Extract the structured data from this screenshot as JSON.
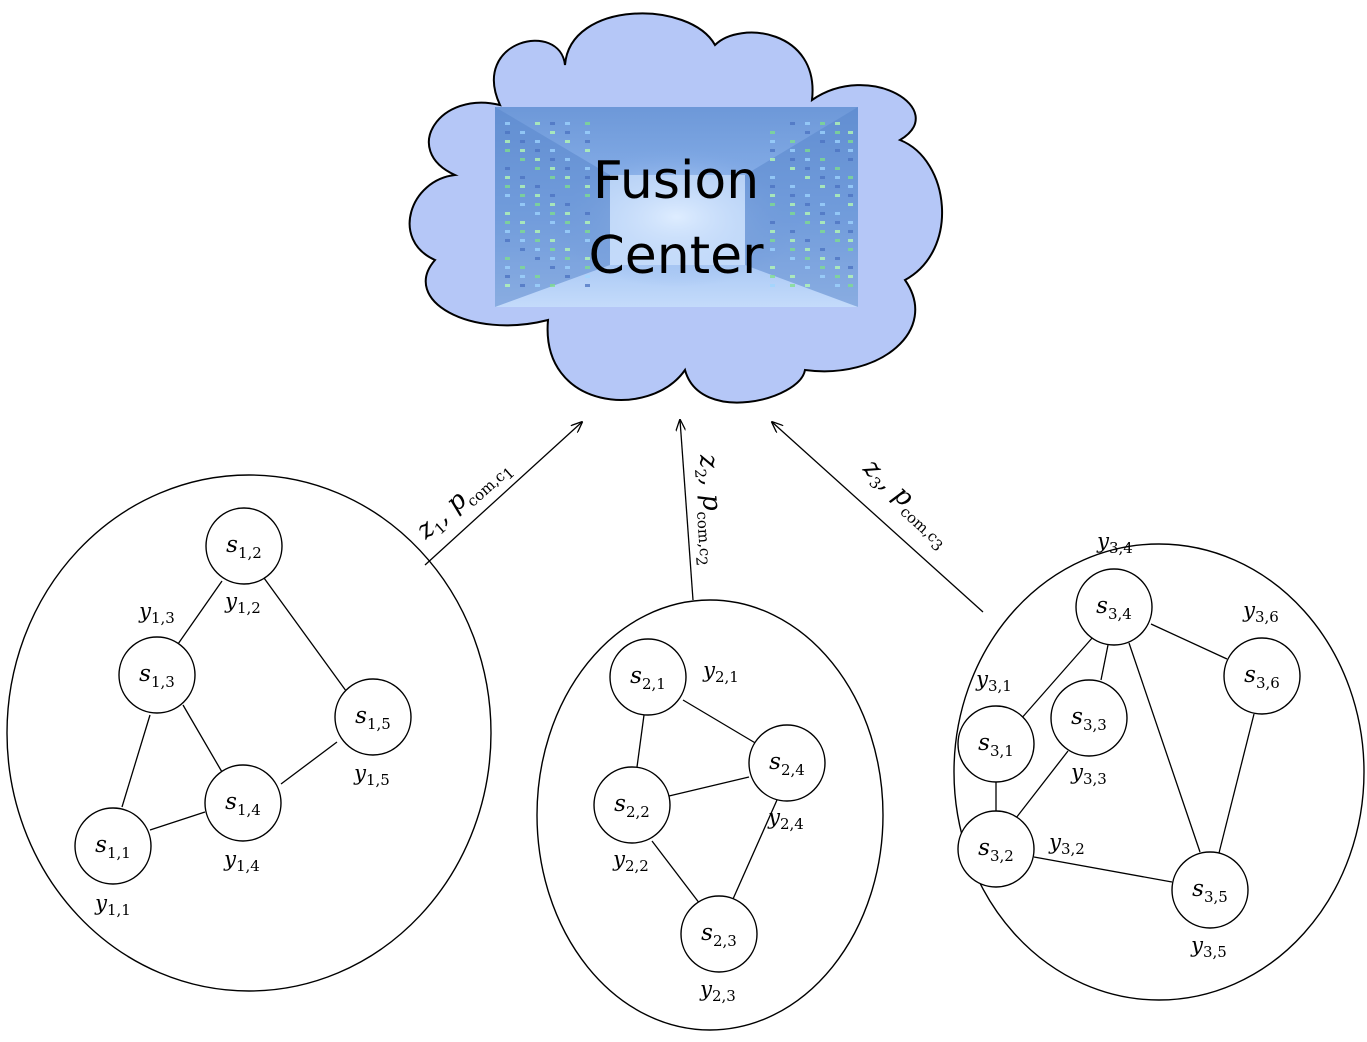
{
  "fusion_center": {
    "title_line1": "Fusion",
    "title_line2": "Center",
    "cloud_color": "#b5c7f7",
    "image_tint": "#5a8fe0"
  },
  "arrow_labels": [
    {
      "id": "c1",
      "var": "z",
      "var_sub": "1",
      "p": "p",
      "p_sub": "com,c",
      "p_subsub": "1"
    },
    {
      "id": "c2",
      "var": "z",
      "var_sub": "2",
      "p": "p",
      "p_sub": "com,c",
      "p_subsub": "2"
    },
    {
      "id": "c3",
      "var": "z",
      "var_sub": "3",
      "p": "p",
      "p_sub": "com,c",
      "p_subsub": "3"
    }
  ],
  "clusters": [
    {
      "id": "cluster-1",
      "nodes": [
        {
          "id": "1-2",
          "main": "s",
          "sub": "1,2"
        },
        {
          "id": "1-3",
          "main": "s",
          "sub": "1,3"
        },
        {
          "id": "1-5",
          "main": "s",
          "sub": "1,5"
        },
        {
          "id": "1-4",
          "main": "s",
          "sub": "1,4"
        },
        {
          "id": "1-1",
          "main": "s",
          "sub": "1,1"
        }
      ],
      "observations": [
        {
          "id": "1-3",
          "main": "y",
          "sub": "1,3"
        },
        {
          "id": "1-2",
          "main": "y",
          "sub": "1,2"
        },
        {
          "id": "1-5",
          "main": "y",
          "sub": "1,5"
        },
        {
          "id": "1-4",
          "main": "y",
          "sub": "1,4"
        },
        {
          "id": "1-1",
          "main": "y",
          "sub": "1,1"
        }
      ]
    },
    {
      "id": "cluster-2",
      "nodes": [
        {
          "id": "2-1",
          "main": "s",
          "sub": "2,1"
        },
        {
          "id": "2-4",
          "main": "s",
          "sub": "2,4"
        },
        {
          "id": "2-2",
          "main": "s",
          "sub": "2,2"
        },
        {
          "id": "2-3",
          "main": "s",
          "sub": "2,3"
        }
      ],
      "observations": [
        {
          "id": "2-1",
          "main": "y",
          "sub": "2,1"
        },
        {
          "id": "2-4",
          "main": "y",
          "sub": "2,4"
        },
        {
          "id": "2-2",
          "main": "y",
          "sub": "2,2"
        },
        {
          "id": "2-3",
          "main": "y",
          "sub": "2,3"
        }
      ]
    },
    {
      "id": "cluster-3",
      "nodes": [
        {
          "id": "3-4",
          "main": "s",
          "sub": "3,4"
        },
        {
          "id": "3-6",
          "main": "s",
          "sub": "3,6"
        },
        {
          "id": "3-3",
          "main": "s",
          "sub": "3,3"
        },
        {
          "id": "3-1",
          "main": "s",
          "sub": "3,1"
        },
        {
          "id": "3-2",
          "main": "s",
          "sub": "3,2"
        },
        {
          "id": "3-5",
          "main": "s",
          "sub": "3,5"
        }
      ],
      "observations": [
        {
          "id": "3-4",
          "main": "y",
          "sub": "3,4"
        },
        {
          "id": "3-6",
          "main": "y",
          "sub": "3,6"
        },
        {
          "id": "3-1",
          "main": "y",
          "sub": "3,1"
        },
        {
          "id": "3-3",
          "main": "y",
          "sub": "3,3"
        },
        {
          "id": "3-2",
          "main": "y",
          "sub": "3,2"
        },
        {
          "id": "3-5",
          "main": "y",
          "sub": "3,5"
        }
      ]
    }
  ]
}
